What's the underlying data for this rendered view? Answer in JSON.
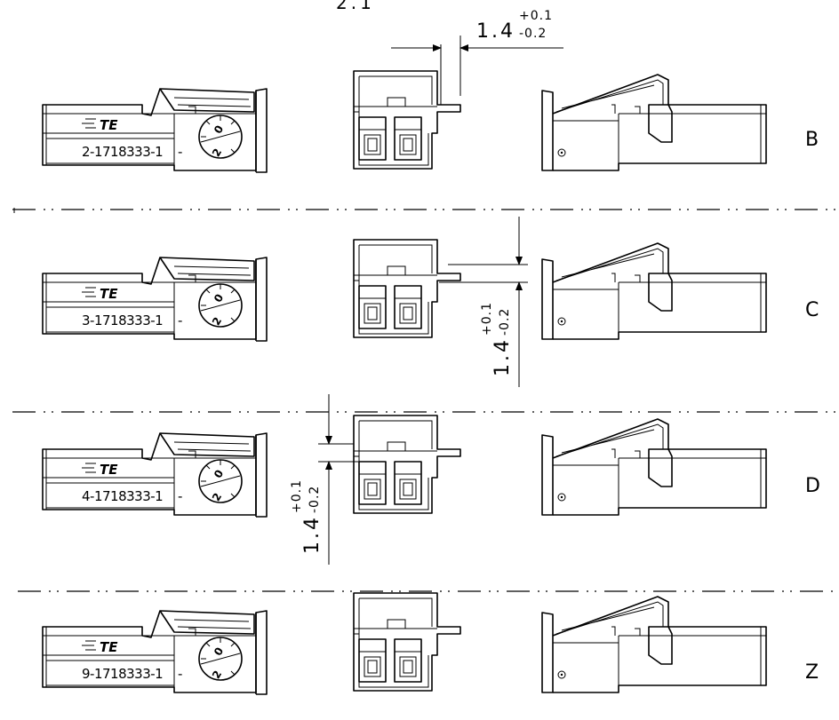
{
  "drawing": {
    "top_partial_label": "2.1",
    "rows": [
      {
        "code": "B",
        "part_number": "2-1718333-1",
        "suffix": "-"
      },
      {
        "code": "C",
        "part_number": "3-1718333-1",
        "suffix": "-"
      },
      {
        "code": "D",
        "part_number": "4-1718333-1",
        "suffix": "-"
      },
      {
        "code": "Z",
        "part_number": "9-1718333-1",
        "suffix": "-"
      }
    ],
    "logo_text": "TE",
    "dial_digits": {
      "top": "0",
      "bottom": "2"
    },
    "dimensions": [
      {
        "nominal": "1.4",
        "tol_plus": "+0.1",
        "tol_minus": "-0.2"
      },
      {
        "nominal": "1.4",
        "tol_plus": "+0.1",
        "tol_minus": "-0.2"
      },
      {
        "nominal": "1.4",
        "tol_plus": "+0.1",
        "tol_minus": "-0.2"
      }
    ]
  }
}
